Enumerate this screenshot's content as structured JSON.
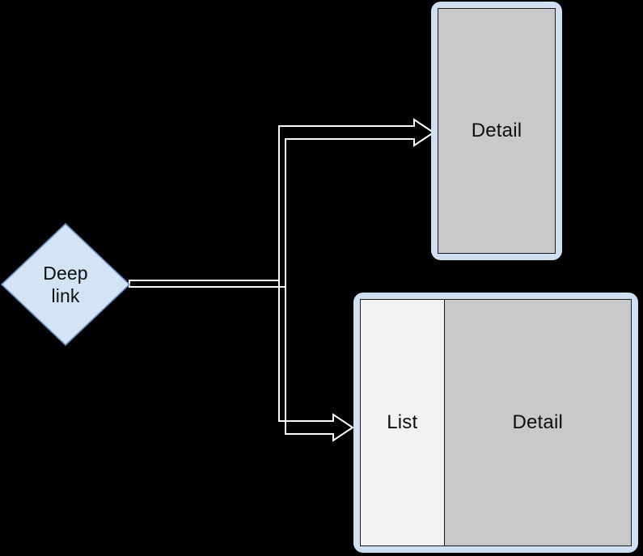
{
  "diagram": {
    "title": "Deep link navigation diagram",
    "background_color": "#000000",
    "nodes": {
      "deep_link": {
        "shape": "diamond",
        "label_line1": "Deep",
        "label_line2": "link",
        "fill_color": "#d4e4f7",
        "stroke_color": "#6c8ebf"
      },
      "phone": {
        "shape": "phone-frame",
        "frame_color": "#cfe0f3",
        "screen_color": "#c9c9c9",
        "panes": [
          {
            "name": "detail",
            "label": "Detail",
            "fill_color": "#c9c9c9"
          }
        ]
      },
      "tablet": {
        "shape": "tablet-frame",
        "frame_color": "#cfe0f3",
        "screen_color": "#c9c9c9",
        "panes": [
          {
            "name": "list",
            "label": "List",
            "fill_color": "#f2f2f2"
          },
          {
            "name": "detail",
            "label": "Detail",
            "fill_color": "#c9c9c9"
          }
        ]
      }
    },
    "edges": [
      {
        "name": "deep-link-to-phone",
        "from": "deep_link",
        "to": "phone",
        "label": "",
        "style": "outlined-orthogonal",
        "stroke_color": "#ffffff",
        "arrowhead": "open-triangle"
      },
      {
        "name": "deep-link-to-tablet",
        "from": "deep_link",
        "to": "tablet",
        "label": "",
        "style": "outlined-orthogonal",
        "stroke_color": "#ffffff",
        "arrowhead": "open-triangle"
      }
    ]
  }
}
